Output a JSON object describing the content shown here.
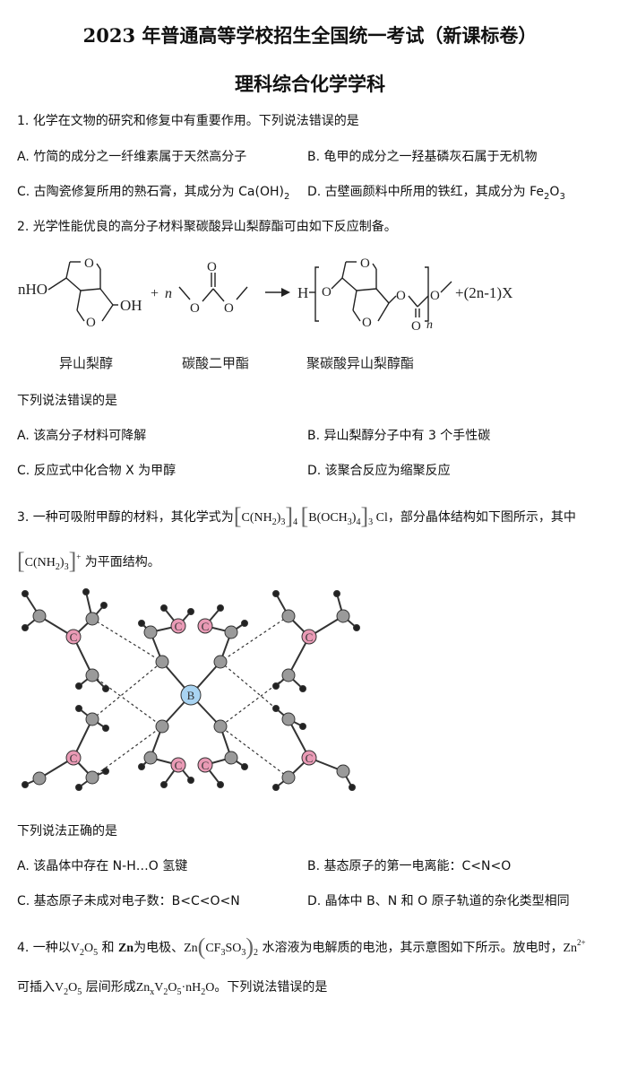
{
  "header": {
    "title": "2023 年普通高等学校招生全国统一考试（新课标卷）",
    "subtitle": "理科综合化学学科"
  },
  "q1": {
    "stem": "1. 化学在文物的研究和修复中有重要作用。下列说法错误的是",
    "a": "A. 竹简的成分之一纤维素属于天然高分子",
    "b": "B. 龟甲的成分之一羟基磷灰石属于无机物",
    "c_pre": "C. 古陶瓷修复所用的熟石膏，其成分为 Ca(OH)",
    "c_sub": "2",
    "d_pre": "D. 古壁画颜料中所用的铁红，其成分为 Fe",
    "d_sub1": "2",
    "d_mid": "O",
    "d_sub2": "3"
  },
  "q2": {
    "stem": "2. 光学性能优良的高分子材料聚碳酸异山梨醇酯可由如下反应制备。",
    "scheme": {
      "reactant1_prefix": "nHO",
      "reactant1_suffix": "OH",
      "plus": "+",
      "n2": "n",
      "product_h": "H",
      "n_sub": "n",
      "byproduct": "+(2n-1)X",
      "ring_o": "O",
      "label1": "异山梨醇",
      "label2": "碳酸二甲酯",
      "label3": "聚碳酸异山梨醇酯"
    },
    "prompt": "下列说法错误的是",
    "a": "A. 该高分子材料可降解",
    "b": "B. 异山梨醇分子中有 3 个手性碳",
    "c": "C. 反应式中化合物 X 为甲醇",
    "d": "D. 该聚合反应为缩聚反应"
  },
  "q3": {
    "stem_pre": "3. 一种可吸附甲醇的材料，其化学式为",
    "stem_post": "，部分晶体结构如下图所示，其中",
    "f1_inner": "C(NH",
    "f1_sub": "2",
    "f1_close": ")",
    "f1_sub2": "3",
    "f1_sub3": "4",
    "f2_inner": "B(OCH",
    "f2_sub": "3",
    "f2_close": ")",
    "f2_sub2": "4",
    "f2_sub3": "3",
    "f3": "Cl",
    "line2_inner": "C(NH",
    "line2_sub": "2",
    "line2_close": ")",
    "line2_sub2": "3",
    "line2_sup": "+",
    "line2_post": "为平面结构。",
    "atom_c": "C",
    "atom_b": "B",
    "prompt": "下列说法正确的是",
    "a": "A. 该晶体中存在 N-H…O 氢键",
    "b": "B. 基态原子的第一电离能：C<N<O",
    "c": "C. 基态原子未成对电子数：B<C<O<N",
    "d": "D. 晶体中 B、N 和 O 原子轨道的杂化类型相同"
  },
  "q4": {
    "pre": "4. 一种以",
    "v1": "V",
    "v1s": "2",
    "o1": "O",
    "o1s": "5",
    "and": "和",
    "zn": "Zn",
    "mid": "为电极、",
    "salt_a": "Zn",
    "salt_in": "CF",
    "salt_in_s": "3",
    "salt_so": "SO",
    "salt_so_s": "3",
    "salt_close_s": "2",
    "post": "水溶液为电解质的电池，其示意图如下所示。放电时，",
    "ion": "Zn",
    "ion_sup": "2+",
    "line2_pre": "可插入",
    "line2_v": "V",
    "line2_vs": "2",
    "line2_o": "O",
    "line2_os": "5",
    "line2_mid": "层间形成",
    "p_zn": "Zn",
    "p_x": "x",
    "p_v": "V",
    "p_vs": "2",
    "p_o": "O",
    "p_os": "5",
    "p_dot": "·nH",
    "p_hs": "2",
    "p_o2": "O",
    "line2_post": "。下列说法错误的是"
  },
  "colors": {
    "c_atom": "#e99ab5",
    "b_atom": "#a9d4f2",
    "gray_atom": "#9a9a9a",
    "h_atom": "#222222"
  }
}
